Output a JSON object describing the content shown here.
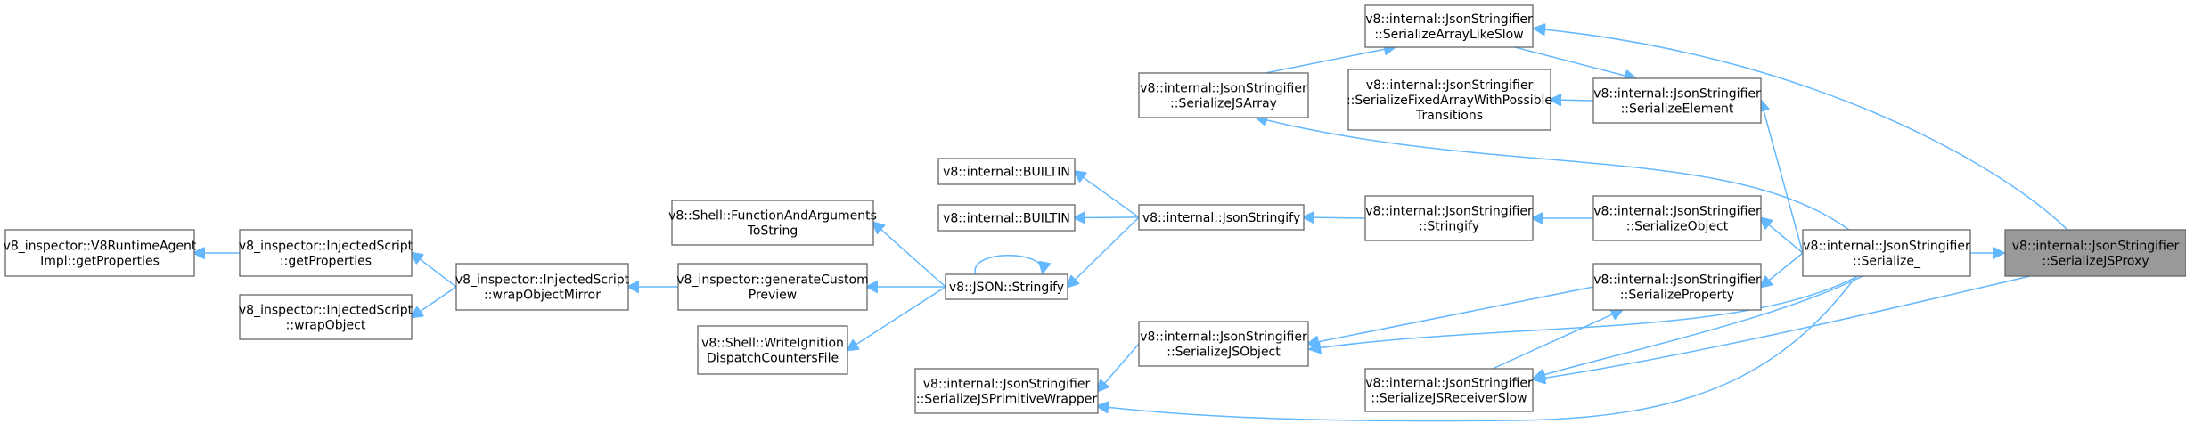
{
  "graph": {
    "type": "call-graph",
    "edge_color": "#63b8ff",
    "node_border_color": "#666666",
    "highlight_fill": "#999999",
    "nodes": [
      {
        "id": "serialize_js_proxy",
        "lines": [
          "v8::internal::JsonStringifier",
          "::SerializeJSProxy"
        ],
        "highlight": true
      },
      {
        "id": "serialize_",
        "lines": [
          "v8::internal::JsonStringifier",
          "::Serialize_"
        ]
      },
      {
        "id": "serialize_array_like_slow",
        "lines": [
          "v8::internal::JsonStringifier",
          "::SerializeArrayLikeSlow"
        ]
      },
      {
        "id": "serialize_element",
        "lines": [
          "v8::internal::JsonStringifier",
          "::SerializeElement"
        ]
      },
      {
        "id": "serialize_fixed_array",
        "lines": [
          "v8::internal::JsonStringifier",
          "::SerializeFixedArrayWithPossible",
          "Transitions"
        ]
      },
      {
        "id": "serialize_js_array",
        "lines": [
          "v8::internal::JsonStringifier",
          "::SerializeJSArray"
        ]
      },
      {
        "id": "serialize_object",
        "lines": [
          "v8::internal::JsonStringifier",
          "::SerializeObject"
        ]
      },
      {
        "id": "stringify_method",
        "lines": [
          "v8::internal::JsonStringifier",
          "::Stringify"
        ]
      },
      {
        "id": "json_stringify_internal",
        "lines": [
          "v8::internal::JsonStringify"
        ]
      },
      {
        "id": "builtin_1",
        "lines": [
          "v8::internal::BUILTIN"
        ]
      },
      {
        "id": "builtin_2",
        "lines": [
          "v8::internal::BUILTIN"
        ]
      },
      {
        "id": "serialize_property",
        "lines": [
          "v8::internal::JsonStringifier",
          "::SerializeProperty"
        ]
      },
      {
        "id": "serialize_js_object",
        "lines": [
          "v8::internal::JsonStringifier",
          "::SerializeJSObject"
        ]
      },
      {
        "id": "serialize_js_receiver_slow",
        "lines": [
          "v8::internal::JsonStringifier",
          "::SerializeJSReceiverSlow"
        ]
      },
      {
        "id": "serialize_js_primitive_wrapper",
        "lines": [
          "v8::internal::JsonStringifier",
          "::SerializeJSPrimitiveWrapper"
        ]
      },
      {
        "id": "json_stringify",
        "lines": [
          "v8::JSON::Stringify"
        ]
      },
      {
        "id": "shell_function_args",
        "lines": [
          "v8::Shell::FunctionAndArguments",
          "ToString"
        ]
      },
      {
        "id": "generate_custom_preview",
        "lines": [
          "v8_inspector::generateCustom",
          "Preview"
        ]
      },
      {
        "id": "shell_write_ignition",
        "lines": [
          "v8::Shell::WriteIgnition",
          "DispatchCountersFile"
        ]
      },
      {
        "id": "wrap_object_mirror",
        "lines": [
          "v8_inspector::InjectedScript",
          "::wrapObjectMirror"
        ]
      },
      {
        "id": "injected_get_properties",
        "lines": [
          "v8_inspector::InjectedScript",
          "::getProperties"
        ]
      },
      {
        "id": "injected_wrap_object",
        "lines": [
          "v8_inspector::InjectedScript",
          "::wrapObject"
        ]
      },
      {
        "id": "runtime_agent_get_properties",
        "lines": [
          "v8_inspector::V8RuntimeAgent",
          "Impl::getProperties"
        ]
      }
    ],
    "edges": [
      {
        "from": "serialize_",
        "to": "serialize_js_proxy"
      },
      {
        "from": "serialize_array_like_slow",
        "to": "serialize_js_proxy"
      },
      {
        "from": "serialize_js_receiver_slow",
        "to": "serialize_js_proxy"
      },
      {
        "from": "serialize_element",
        "to": "serialize_"
      },
      {
        "from": "serialize_object",
        "to": "serialize_"
      },
      {
        "from": "serialize_property",
        "to": "serialize_"
      },
      {
        "from": "serialize_array_like_slow",
        "to": "serialize_element"
      },
      {
        "from": "serialize_fixed_array",
        "to": "serialize_element"
      },
      {
        "from": "serialize_js_array",
        "to": "serialize_array_like_slow"
      },
      {
        "from": "serialize_",
        "to": "serialize_js_array"
      },
      {
        "from": "stringify_method",
        "to": "serialize_object"
      },
      {
        "from": "json_stringify_internal",
        "to": "stringify_method"
      },
      {
        "from": "builtin_1",
        "to": "json_stringify_internal"
      },
      {
        "from": "builtin_2",
        "to": "json_stringify_internal"
      },
      {
        "from": "json_stringify",
        "to": "json_stringify_internal"
      },
      {
        "from": "serialize_js_object",
        "to": "serialize_property"
      },
      {
        "from": "serialize_js_receiver_slow",
        "to": "serialize_property"
      },
      {
        "from": "serialize_",
        "to": "serialize_js_object"
      },
      {
        "from": "serialize_",
        "to": "serialize_js_receiver_slow"
      },
      {
        "from": "serialize_",
        "to": "serialize_js_primitive_wrapper"
      },
      {
        "from": "serialize_js_primitive_wrapper",
        "to": "serialize_js_object"
      },
      {
        "from": "json_stringify",
        "to": "json_stringify"
      },
      {
        "from": "shell_function_args",
        "to": "json_stringify"
      },
      {
        "from": "generate_custom_preview",
        "to": "json_stringify"
      },
      {
        "from": "shell_write_ignition",
        "to": "json_stringify"
      },
      {
        "from": "wrap_object_mirror",
        "to": "generate_custom_preview"
      },
      {
        "from": "injected_get_properties",
        "to": "wrap_object_mirror"
      },
      {
        "from": "injected_wrap_object",
        "to": "wrap_object_mirror"
      },
      {
        "from": "runtime_agent_get_properties",
        "to": "injected_get_properties"
      }
    ]
  }
}
